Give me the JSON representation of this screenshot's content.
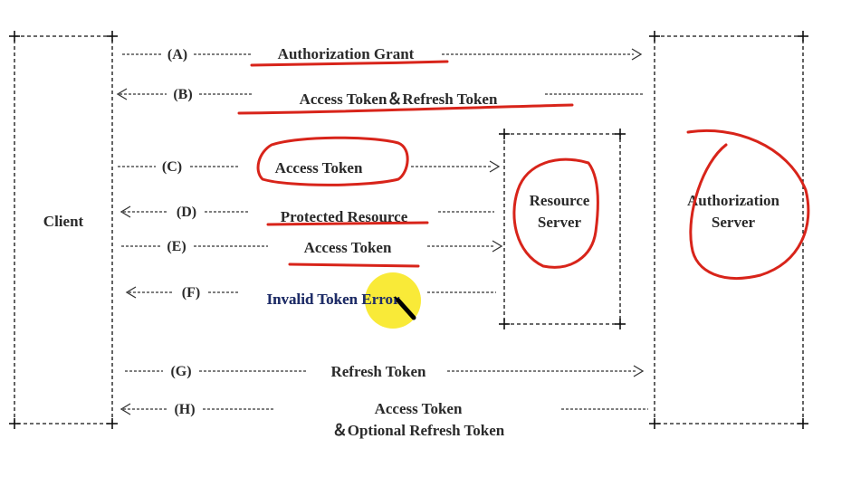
{
  "boxes": {
    "client": "Client",
    "resource_server_line1": "Resource",
    "resource_server_line2": "Server",
    "auth_server_line1": "Authorization",
    "auth_server_line2": "Server"
  },
  "flows": [
    {
      "step": "(A)",
      "label": "Authorization Grant"
    },
    {
      "step": "(B)",
      "label": "Access Token＆Refresh Token"
    },
    {
      "step": "(C)",
      "label": "Access Token"
    },
    {
      "step": "(D)",
      "label": "Protected Resource"
    },
    {
      "step": "(E)",
      "label": "Access Token"
    },
    {
      "step": "(F)",
      "label": "Invalid Token Error"
    },
    {
      "step": "(G)",
      "label": "Refresh Token"
    },
    {
      "step": "(H)",
      "label": "Access Token",
      "label2": "＆Optional Refresh Token"
    }
  ],
  "colors": {
    "annotation_ink": "#d8241a",
    "cursor_highlight": "#f7e400",
    "text": "#2a2a2a"
  },
  "icons": {
    "cursor": "pen-cursor-icon"
  }
}
